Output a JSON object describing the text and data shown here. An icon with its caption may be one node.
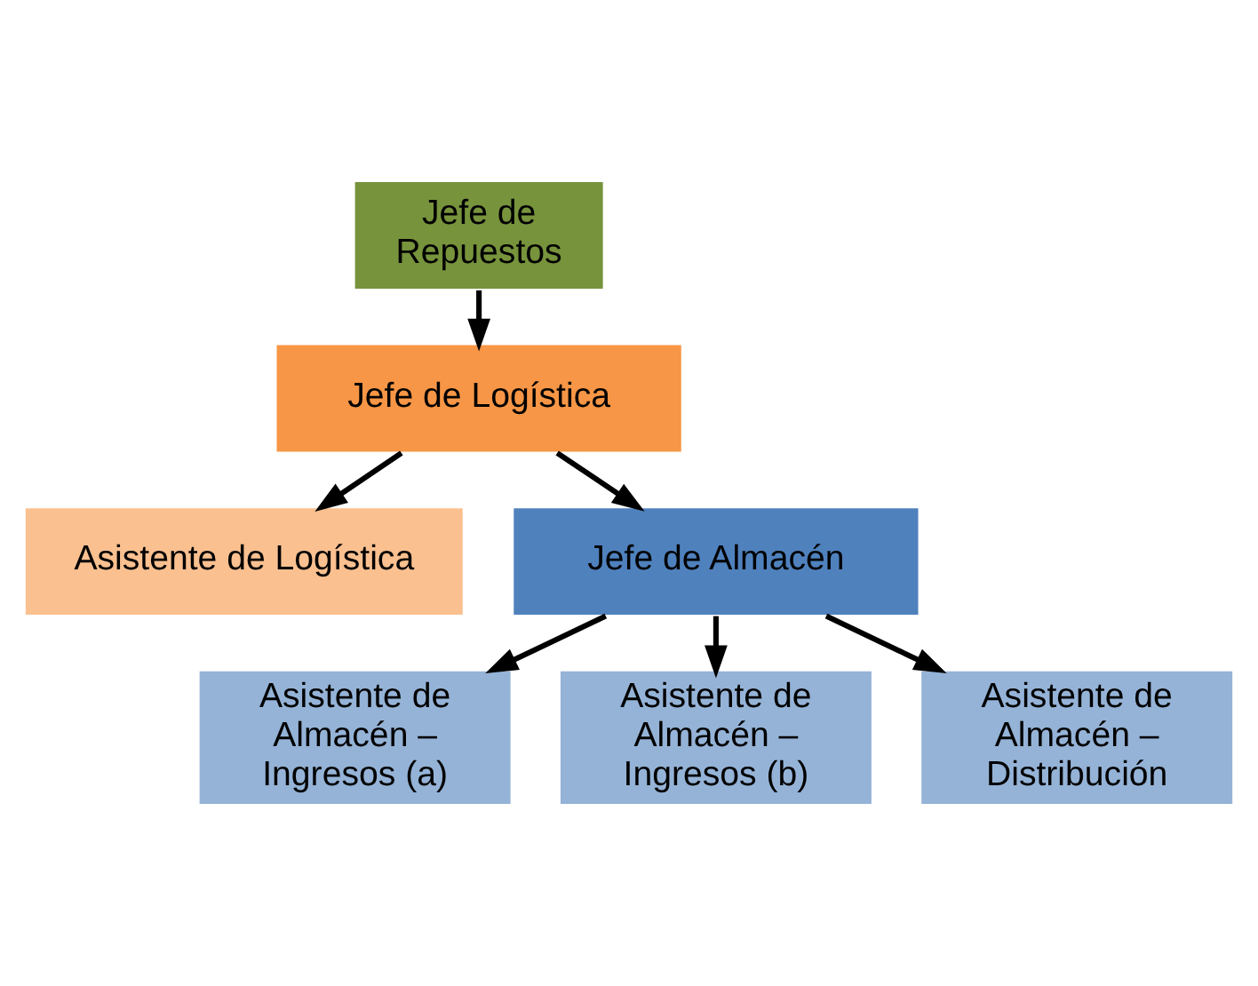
{
  "diagram": {
    "nodes": [
      {
        "text": [
          "Jefe de Repuestos"
        ]
      },
      {
        "text": [
          "Jefe de Logística"
        ]
      },
      {
        "text": [
          "Asistente de Logística"
        ]
      },
      {
        "text": [
          "Jefe de Almacén"
        ]
      },
      {
        "text": [
          "Asistente de Almacén – Ingresos (a)"
        ]
      },
      {
        "text": [
          "Asistente de Almacén – Ingresos (b)"
        ]
      },
      {
        "text": [
          "Asistente de Almacén – Distribución"
        ]
      }
    ],
    "edges": [
      {
        "from": 0,
        "to": 1,
        "arrow": "to"
      },
      {
        "from": 1,
        "to": 2,
        "arrow": "to"
      },
      {
        "from": 1,
        "to": 3,
        "arrow": "to"
      },
      {
        "from": 3,
        "to": 4,
        "arrow": "to"
      },
      {
        "from": 3,
        "to": 5,
        "arrow": "to"
      },
      {
        "from": 3,
        "to": 6,
        "arrow": "to"
      }
    ]
  }
}
